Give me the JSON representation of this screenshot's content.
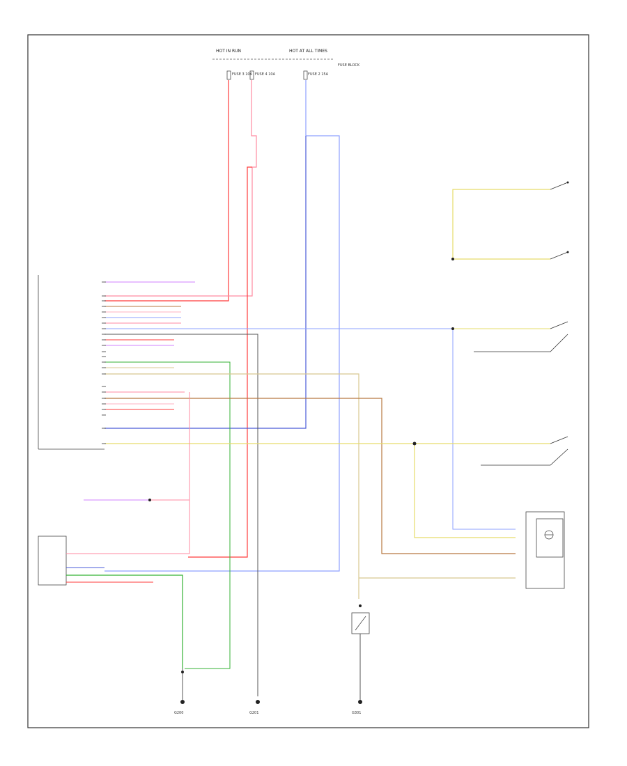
{
  "diagram": {
    "frame_label": "",
    "top_power": {
      "left_label": "HOT IN RUN",
      "left_sub": "",
      "right_label": "HOT AT ALL TIMES",
      "fuse_box_label": "FUSE BLOCK",
      "fuse1": "FUSE 3 10A",
      "fuse2": "FUSE 4 10A",
      "fuse3": "FUSE 2 15A"
    },
    "modules": {
      "left_module_caption": "",
      "right_module_caption": "",
      "bottom_left_caption": "",
      "pcm_caption": "",
      "sensor_caption": ""
    },
    "grounds": [
      {
        "label": "G200",
        "caption": ""
      },
      {
        "label": "G201",
        "caption": ""
      },
      {
        "label": "G301",
        "caption": ""
      }
    ],
    "colors": {
      "red": "#ff3b3b",
      "pink": "#ff8aa0",
      "blue": "#4a5bd8",
      "lightblue": "#8ea0ff",
      "yellow": "#e6dc6a",
      "brown": "#b87840",
      "tan": "#d8c890",
      "green": "#33b233",
      "violet": "#d080ff",
      "black": "#333333",
      "gray": "#9a9a9a"
    }
  }
}
